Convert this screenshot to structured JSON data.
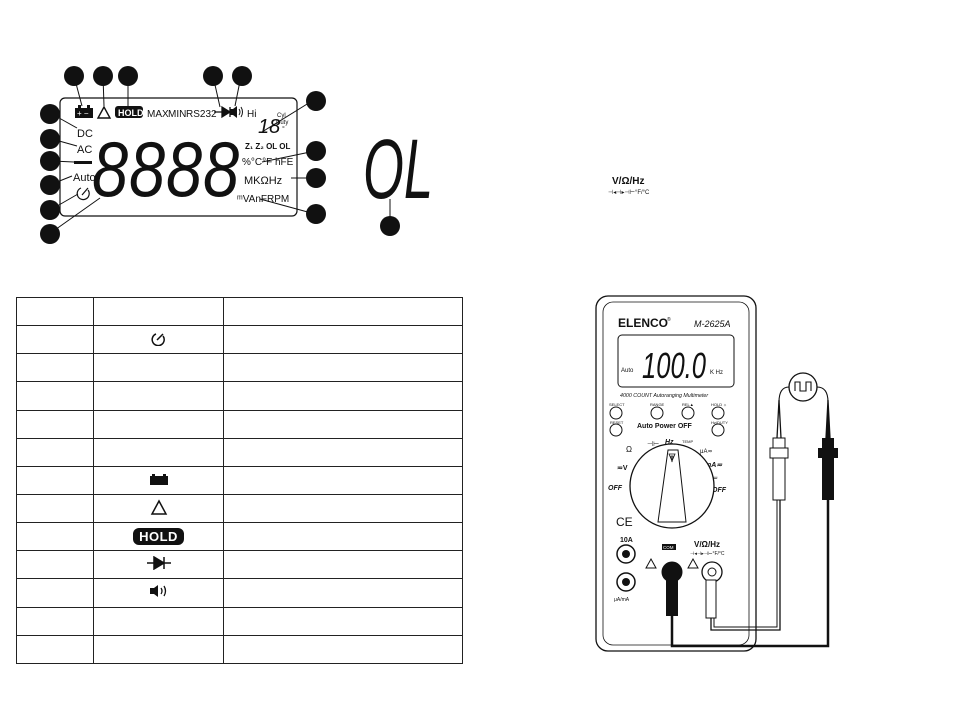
{
  "lcd": {
    "top_labels": {
      "hold": "HOLD",
      "max": "MAX",
      "min": "MIN",
      "rs232": "RS232",
      "hi": "Hi"
    },
    "left_labels": {
      "dc": "DC",
      "ac": "AC",
      "minus": "−",
      "auto": "Auto"
    },
    "digits": "8888",
    "small_digits": "18",
    "small_units": {
      "cyl": "Cyl",
      "duty": "Duty",
      "deg": "°"
    },
    "row_z": "Z₁ Z₂ OL OL",
    "row_temp": "%°C°F hFE",
    "row_mk": "MKΩHz",
    "row_bottom": "ᵐVAnFRPM"
  },
  "ol_display": {
    "text": "OL"
  },
  "terminal_label": {
    "line1": "V/Ω/Hz",
    "line2": "⊣◂⊣▸⊣⊢°F/°C"
  },
  "table": {
    "rows": [
      {
        "symbol": "",
        "kind": "none"
      },
      {
        "symbol": "power-off-icon",
        "kind": "icon"
      },
      {
        "symbol": "",
        "kind": "none"
      },
      {
        "symbol": "",
        "kind": "none"
      },
      {
        "symbol": "",
        "kind": "none"
      },
      {
        "symbol": "",
        "kind": "none"
      },
      {
        "symbol": "battery-icon",
        "kind": "icon"
      },
      {
        "symbol": "warning-triangle-icon",
        "kind": "icon"
      },
      {
        "symbol": "HOLD",
        "kind": "hold"
      },
      {
        "symbol": "diode-icon",
        "kind": "icon"
      },
      {
        "symbol": "buzzer-icon",
        "kind": "icon"
      },
      {
        "symbol": "",
        "kind": "none"
      },
      {
        "symbol": "",
        "kind": "none"
      }
    ]
  },
  "meter": {
    "brand": "ELENCO",
    "brand_mark": "®",
    "model": "M-2625A",
    "display_value": "100.0",
    "display_units": "K  Hz",
    "display_auto": "Auto",
    "subtitle": "4000 COUNT Autoranging Multimeter",
    "buttons": {
      "select": "SELECT",
      "reset": "RESET",
      "range": "RANGE",
      "rel": "REL▲",
      "hold": "HOLD ☼",
      "hold2": "Hz/DUTY"
    },
    "auto_power": "Auto Power OFF",
    "dial": {
      "ohm": "Ω",
      "vdc": "≂V",
      "off_left": "OFF",
      "off_right": "OFF",
      "hz": "Hz",
      "temp": "TEMP",
      "ua": "μA≂",
      "ma": "mA≂",
      "a": "A≂",
      "cap": "⊣⊢"
    },
    "ce": "CE",
    "term_10a": "10A",
    "term_uama": "μA/mA",
    "term_com": "COM",
    "term_vhz": "V/Ω/Hz",
    "term_vhz2": "⊣◂⊣▸⊣⊢°F/°C"
  },
  "colors": {
    "ink": "#111111",
    "paper": "#ffffff",
    "grey": "#bfbfbf"
  }
}
